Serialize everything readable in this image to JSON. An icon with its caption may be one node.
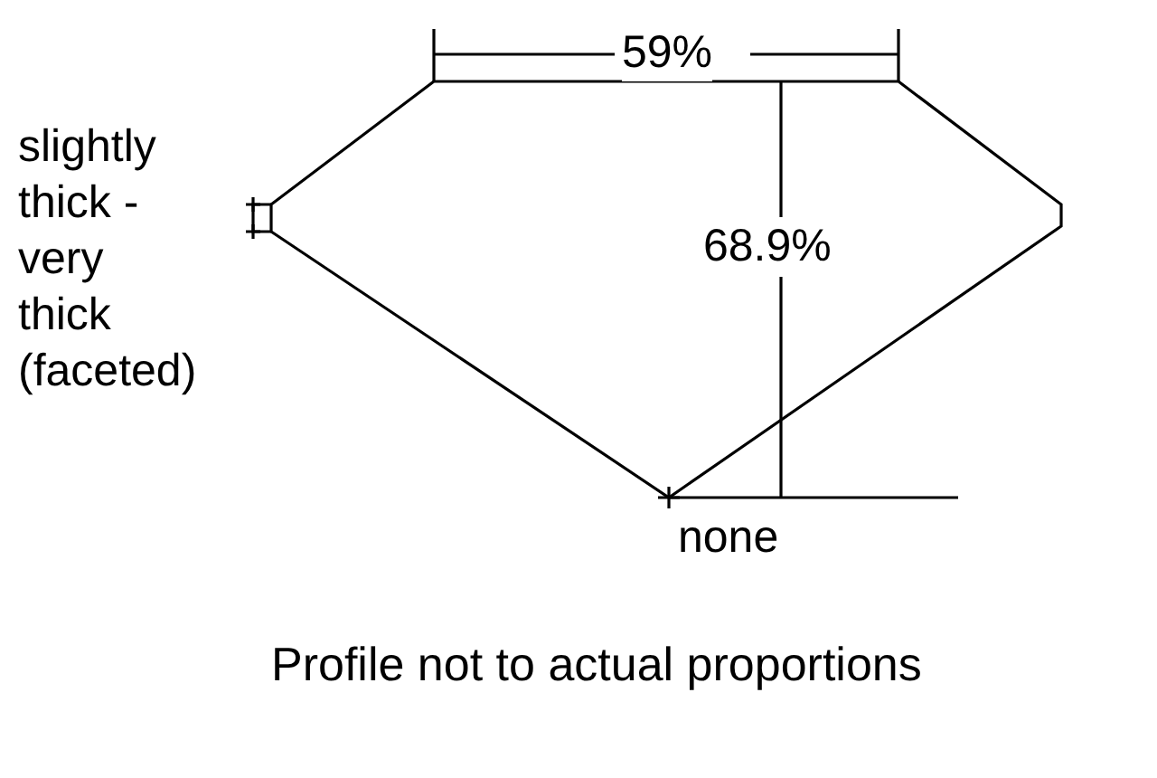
{
  "diagram": {
    "caption": "Profile not to actual proportions",
    "labels": [
      "59%",
      "68.9%",
      "slightly thick - very thick (faceted)",
      "none"
    ]
  }
}
